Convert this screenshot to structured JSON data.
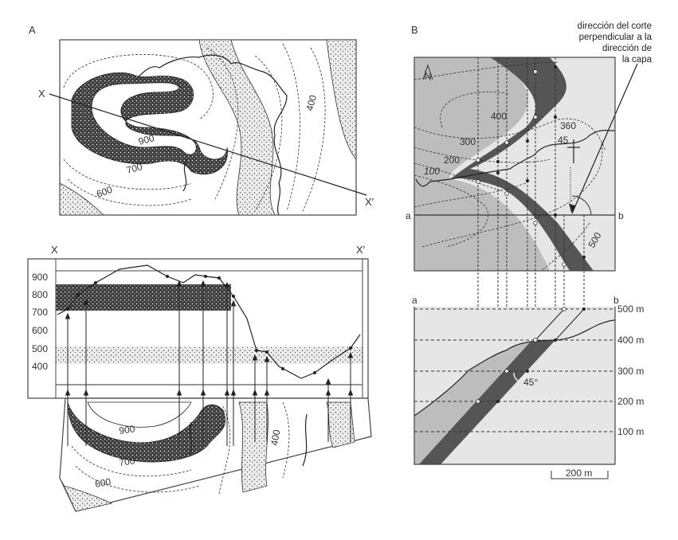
{
  "panel_a": {
    "label": "A",
    "map": {
      "x_label": "X",
      "x_prime_label": "X′",
      "contours": [
        "900",
        "700",
        "600",
        "400"
      ]
    },
    "profile": {
      "x_label": "X",
      "x_prime_label": "X′",
      "elevations": [
        "900",
        "800",
        "700",
        "600",
        "500",
        "400"
      ]
    },
    "projected_map": {
      "contours": [
        "900",
        "700",
        "600",
        "400"
      ]
    }
  },
  "panel_b": {
    "label": "B",
    "annotation": [
      "dirección del corte",
      "perpendicular a la",
      "dirección de",
      "la capa"
    ],
    "map": {
      "contours": [
        "400",
        "300",
        "200",
        "100",
        "500"
      ],
      "strike_label": "360",
      "dip_label": "45",
      "section_start": "a",
      "section_end": "b",
      "north_symbol": "N"
    },
    "section": {
      "start": "a",
      "end": "b",
      "elevations": [
        "500 m",
        "400 m",
        "300 m",
        "200 m",
        "100 m"
      ],
      "dip_angle": "45°",
      "scale": "200 m"
    }
  },
  "colors": {
    "dark_layer": "#555555",
    "mid_gray": "#bdbdbd",
    "light_gray": "#e6e6e6",
    "line": "#333333"
  }
}
